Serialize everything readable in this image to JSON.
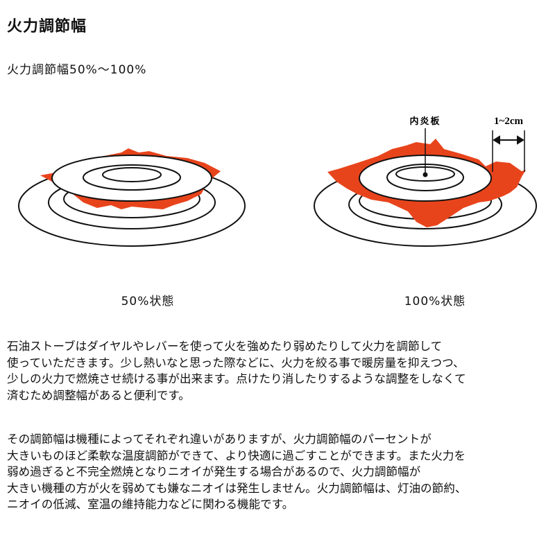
{
  "title": "火力調節幅",
  "subtitle": "火力調節幅50%～100%",
  "diagram": {
    "label_plate": "内炎板",
    "label_width": "1~2cm",
    "caption_50": "50%状態",
    "caption_100": "100%状態",
    "flame_color": "#e8441c"
  },
  "paragraph1": [
    "石油ストーブはダイヤルやレバーを使って火を強めたり弱めたりして火力を調節して",
    "使っていただきます。少し熱いなと思った際などに、火力を絞る事で暖房量を抑えつつ、",
    "少しの火力で燃焼させ続ける事が出来ます。点けたり消したりするような調整をしなくて",
    "済むため調整幅があると便利です。"
  ],
  "paragraph2": [
    "その調節幅は機種によってそれぞれ違いがありますが、火力調節幅のパーセントが",
    "大きいものほど柔軟な温度調節ができて、より快適に過ごすことができます。また火力を",
    "弱め過ぎると不完全燃焼となりニオイが発生する場合があるので、火力調節幅が",
    "大きい機種の方が火を弱めても嫌なニオイは発生しません。火力調節幅は、灯油の節約、",
    "ニオイの低減、室温の維持能力などに関わる機能です。"
  ]
}
